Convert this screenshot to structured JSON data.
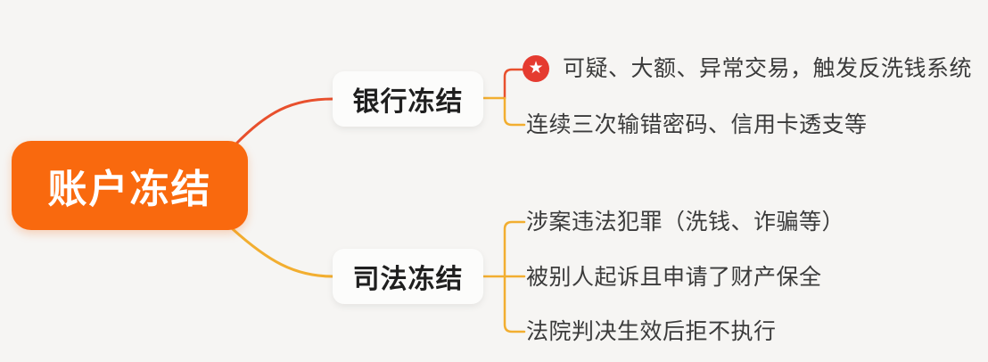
{
  "colors": {
    "page-bg": "#F6F5F3",
    "central-bg": "#F9690E",
    "central-text": "#FFFFFF",
    "branch-bg": "#FCFCFB",
    "branch-text": "#1F1F1F",
    "leaf-text": "#3B3B3B",
    "connector-red": "#E8502D",
    "connector-yellow": "#F2AE30",
    "star-red": "#E53B30",
    "star-white": "#FFFFFF"
  },
  "central": {
    "label": "账户冻结"
  },
  "branches": [
    {
      "label": "银行冻结",
      "children": [
        {
          "icon": "priority-star-icon",
          "star_glyph": "★",
          "text": "可疑、大额、异常交易，触发反洗钱系统"
        },
        {
          "text": "连续三次输错密码、信用卡透支等"
        }
      ]
    },
    {
      "label": "司法冻结",
      "children": [
        {
          "text": "涉案违法犯罪（洗钱、诈骗等）"
        },
        {
          "text": "被别人起诉且申请了财产保全"
        },
        {
          "text": "法院判决生效后拒不执行"
        }
      ]
    }
  ]
}
